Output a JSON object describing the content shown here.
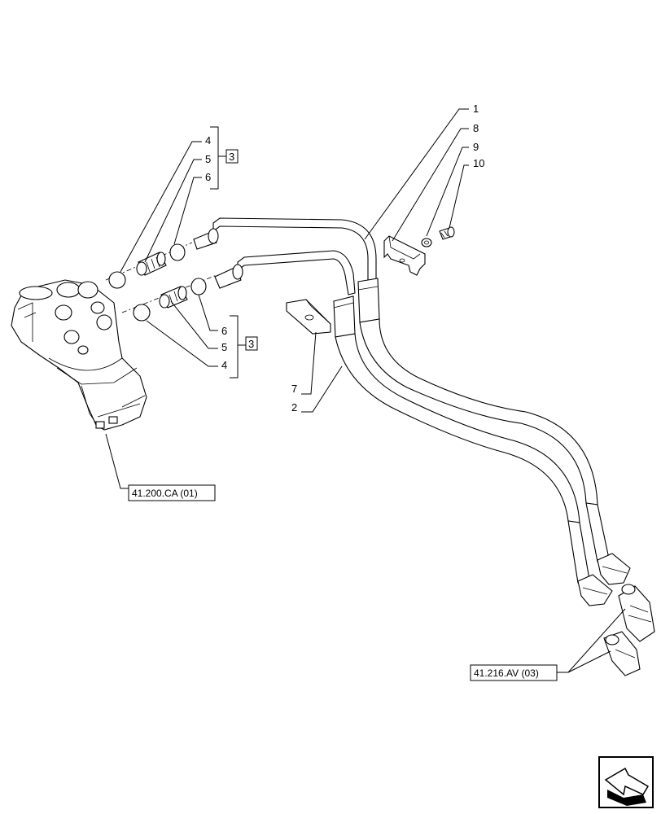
{
  "callouts": {
    "c1": "1",
    "c8": "8",
    "c9": "9",
    "c10": "10",
    "c4_top": "4",
    "c5_top": "5",
    "c6_top": "6",
    "c3_top": "3",
    "c6_bot": "6",
    "c5_bot": "5",
    "c4_bot": "4",
    "c3_bot": "3",
    "c7": "7",
    "c2": "2"
  },
  "references": {
    "steering_unit": "41.200.CA (01)",
    "cylinder": "41.216.AV (03)"
  },
  "nav_icon": "next-page-arrow-icon"
}
